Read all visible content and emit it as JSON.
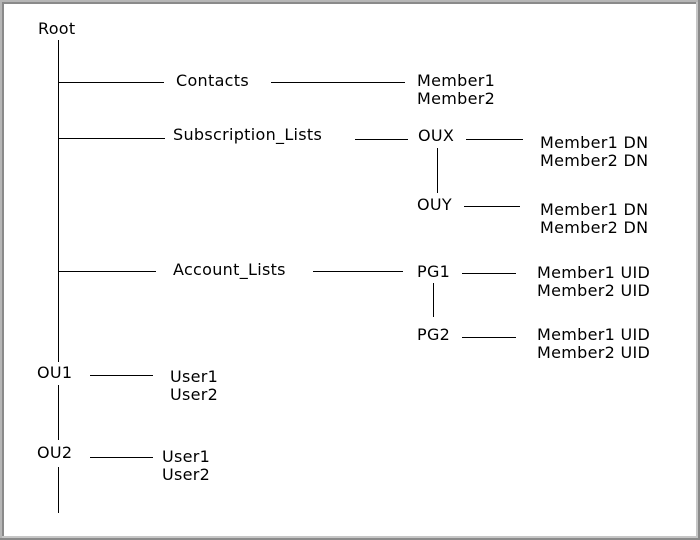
{
  "colors": {
    "background": "#ffffff",
    "line": "#000000",
    "text": "#000000",
    "frame_light": "#b6b6b6",
    "frame_dark": "#8a8a8a",
    "frame_inner_light": "#c6c6c6"
  },
  "tree": {
    "root": {
      "label": "Root"
    },
    "contacts": {
      "label": "Contacts",
      "members": [
        "Member1",
        "Member2"
      ]
    },
    "subscription_lists": {
      "label": "Subscription_Lists",
      "children": [
        {
          "label": "OUX",
          "members": [
            "Member1 DN",
            "Member2 DN"
          ]
        },
        {
          "label": "OUY",
          "members": [
            "Member1 DN",
            "Member2 DN"
          ]
        }
      ]
    },
    "account_lists": {
      "label": "Account_Lists",
      "children": [
        {
          "label": "PG1",
          "members": [
            "Member1 UID",
            "Member2 UID"
          ]
        },
        {
          "label": "PG2",
          "members": [
            "Member1 UID",
            "Member2 UID"
          ]
        }
      ]
    },
    "ou1": {
      "label": "OU1",
      "members": [
        "User1",
        "User2"
      ]
    },
    "ou2": {
      "label": "OU2",
      "members": [
        "User1",
        "User2"
      ]
    }
  }
}
